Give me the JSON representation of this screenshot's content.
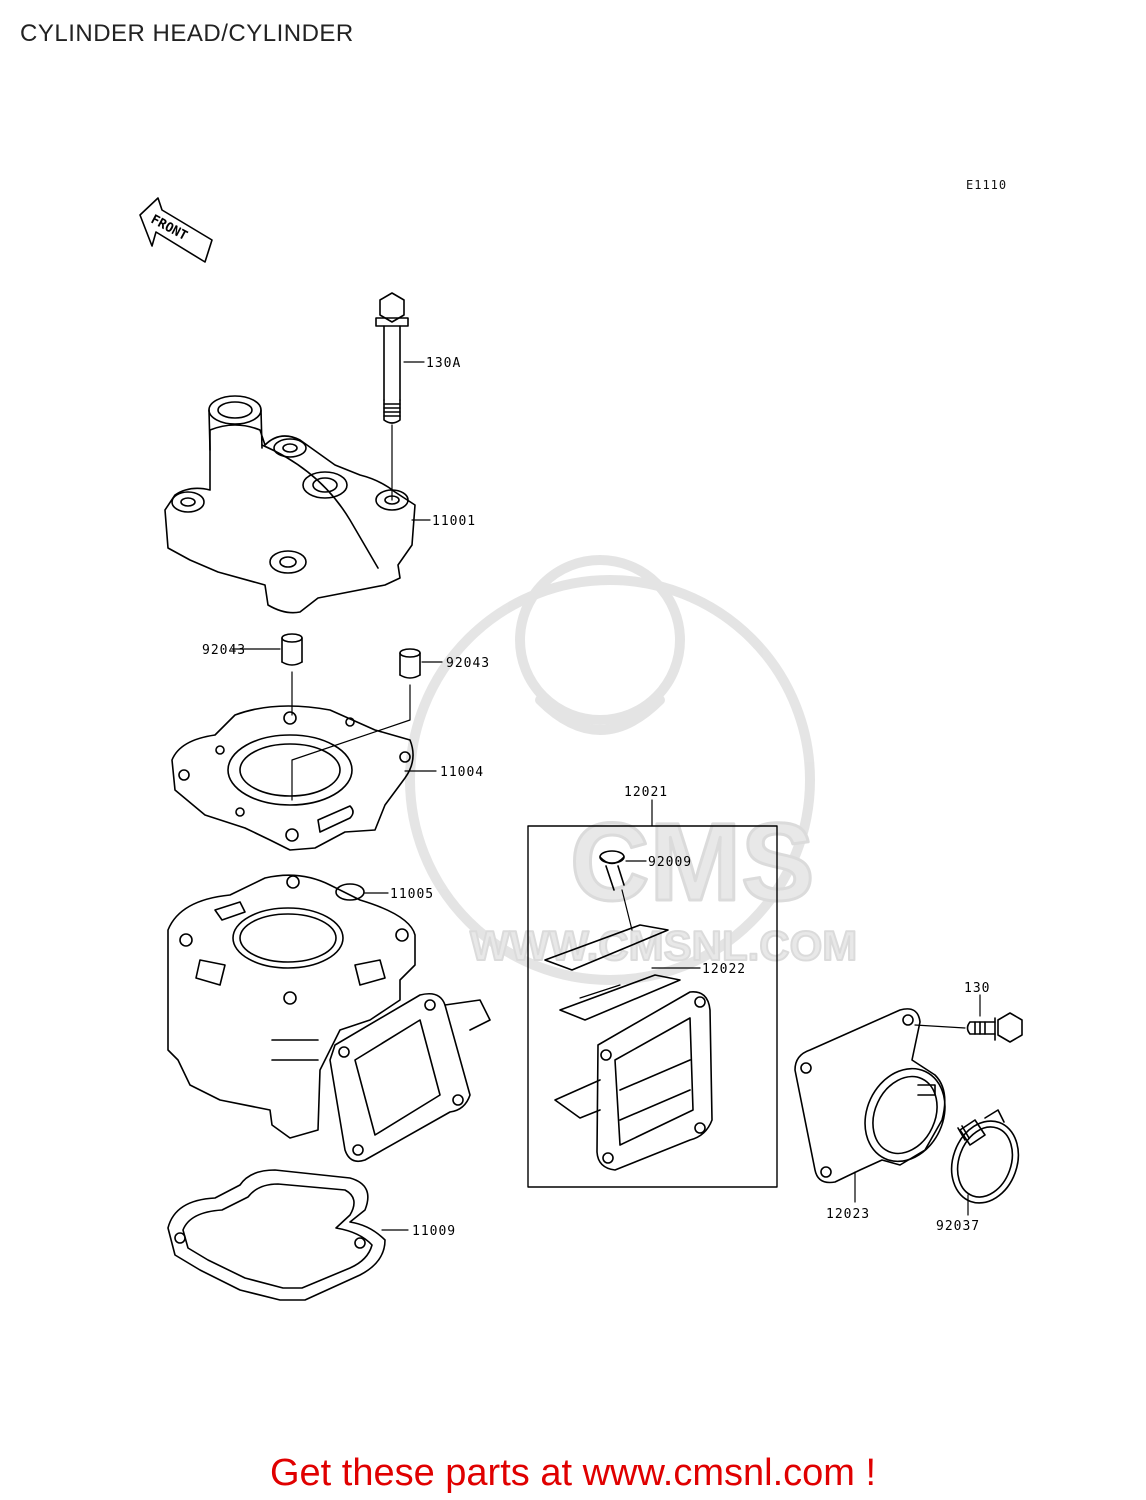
{
  "header": {
    "title": "CYLINDER HEAD/CYLINDER"
  },
  "diagram": {
    "code": "E1110",
    "front_marker": "FRONT",
    "watermark": {
      "brand": "CMS",
      "site": "WWW.CMSNL.COM"
    },
    "parts": [
      {
        "number": "130A"
      },
      {
        "number": "11001"
      },
      {
        "number": "92043"
      },
      {
        "number": "92043"
      },
      {
        "number": "11004"
      },
      {
        "number": "11005"
      },
      {
        "number": "11009"
      },
      {
        "number": "12021"
      },
      {
        "number": "92009"
      },
      {
        "number": "12022"
      },
      {
        "number": "130"
      },
      {
        "number": "12023"
      },
      {
        "number": "92037"
      }
    ]
  },
  "footer": {
    "link_text": "Get these parts at www.cmsnl.com !",
    "color": "#e00000"
  }
}
